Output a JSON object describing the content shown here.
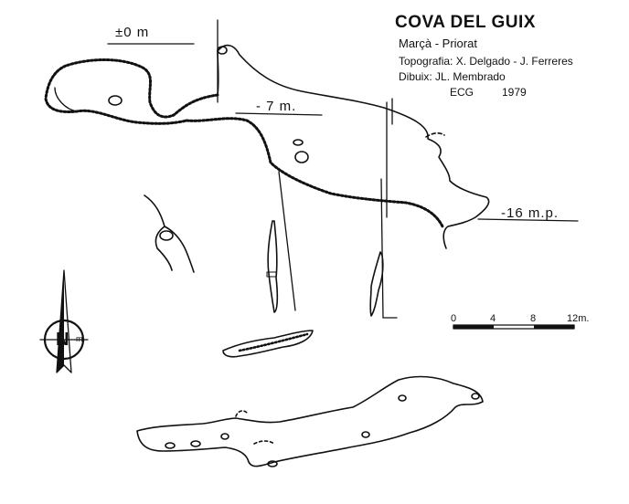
{
  "header": {
    "title": "COVA DEL GUIX",
    "location": "Marçà - Priorat",
    "credit_topo": "Topografia: X. Delgado - J. Ferreres",
    "credit_draw": "Dibuix: JL. Membrado",
    "group": "ECG",
    "year": "1979"
  },
  "depths": {
    "surface": "±0 m",
    "mid": "- 7 m.",
    "bottom": "-16 m.p."
  },
  "north_arrow": {
    "letter": "N",
    "unit": "m.",
    "icon": "north-arrow-icon"
  },
  "scale_bar": {
    "ticks": [
      "0",
      "4",
      "8",
      "12m."
    ]
  },
  "colors": {
    "ink": "#111111",
    "paper": "#ffffff"
  }
}
